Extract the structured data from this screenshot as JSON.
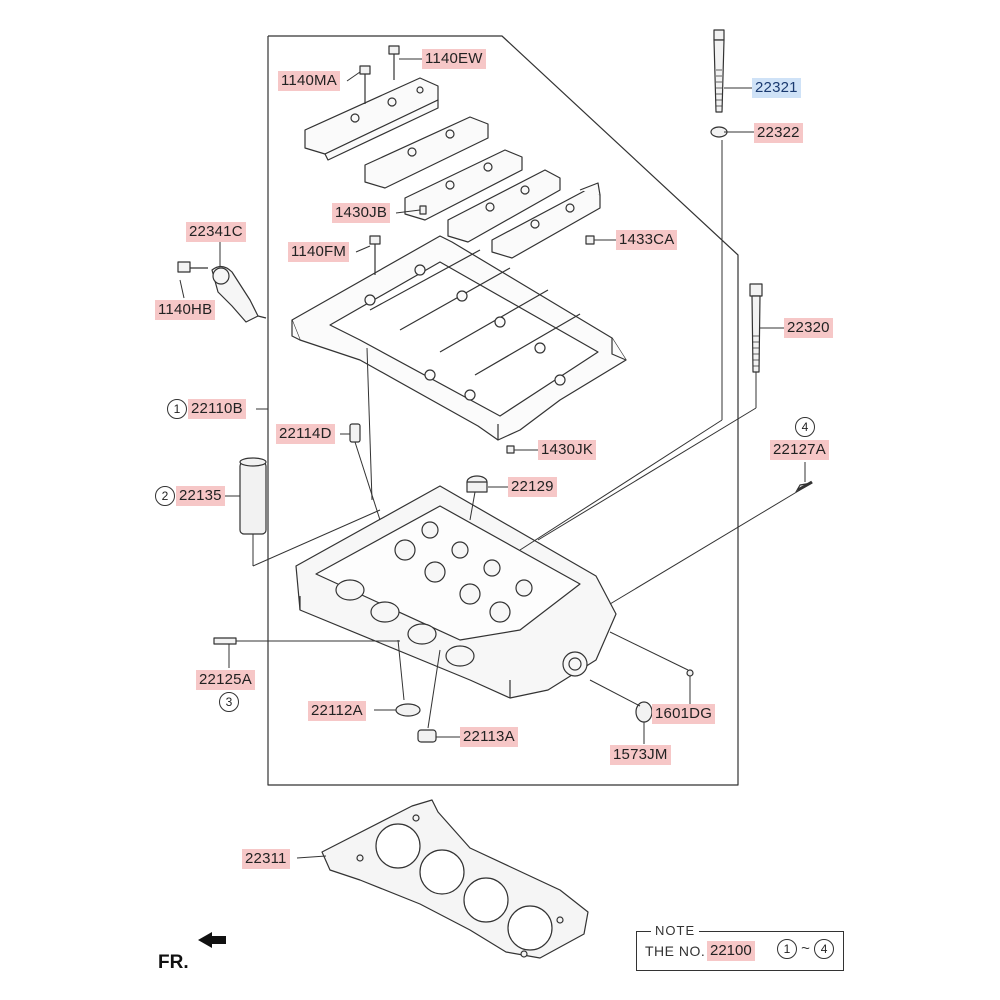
{
  "callouts": {
    "l_1140EW": "1140EW",
    "l_1140MA": "1140MA",
    "l_22321": "22321",
    "l_22322": "22322",
    "l_1430JB": "1430JB",
    "l_22341C": "22341C",
    "l_1140FM": "1140FM",
    "l_1433CA": "1433CA",
    "l_1140HB": "1140HB",
    "l_22320": "22320",
    "l_22110B": "22110B",
    "l_22114D": "22114D",
    "l_1430JK": "1430JK",
    "l_22127A": "22127A",
    "l_22135": "22135",
    "l_22129": "22129",
    "l_22125A": "22125A",
    "l_22112A": "22112A",
    "l_1601DG": "1601DG",
    "l_22113A": "22113A",
    "l_1573JM": "1573JM",
    "l_22311": "22311"
  },
  "circled_numbers": {
    "c1": "1",
    "c2": "2",
    "c3": "3",
    "c4": "4"
  },
  "note": {
    "title": "NOTE",
    "text": "THE NO.",
    "ref": "22100",
    "range_from": "1",
    "range_sep": "~",
    "range_to": "4"
  },
  "direction_label": "FR.",
  "selected_part": "22321",
  "colors": {
    "label_bg": "#f6c7c7",
    "selected_label_bg": "#cfe2f7",
    "line": "#333333"
  }
}
